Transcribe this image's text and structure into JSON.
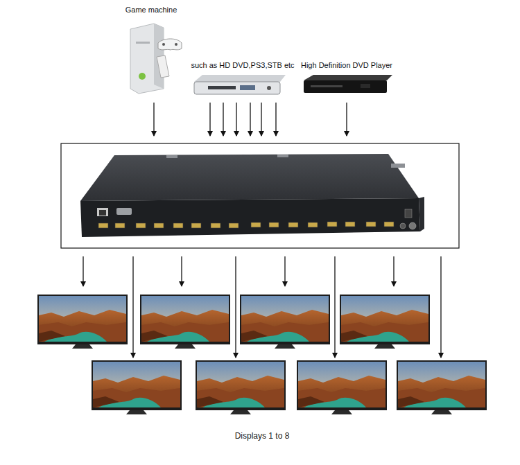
{
  "diagram": {
    "caption": "Displays 1 to 8",
    "nodes": [
      {
        "text": [
          "Game machine"
        ]
      },
      {
        "text": [
          "such as HD DVD,PS3,STB etc"
        ]
      },
      {
        "text": [
          "High Definition DVD Player"
        ]
      }
    ]
  }
}
